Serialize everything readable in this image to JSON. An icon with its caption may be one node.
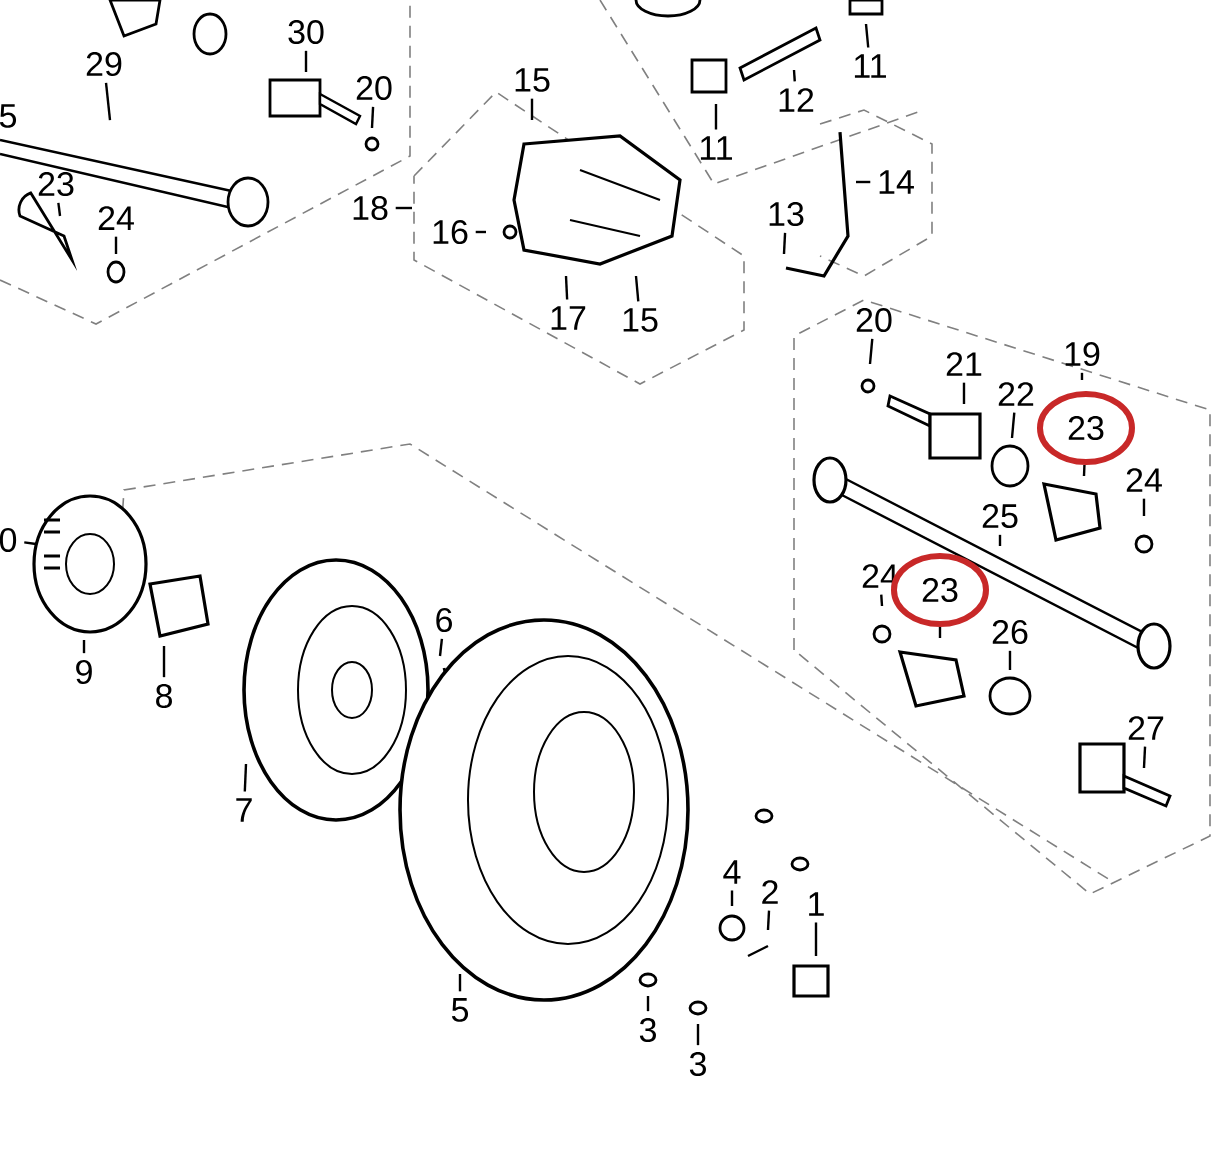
{
  "diagram": {
    "nodes": [
      {
        "text": [
          "30"
        ]
      },
      {
        "text": [
          "11"
        ]
      },
      {
        "text": [
          "29"
        ]
      },
      {
        "text": [
          "15"
        ]
      },
      {
        "text": [
          "20"
        ]
      },
      {
        "text": [
          "12"
        ]
      },
      {
        "text": [
          "11"
        ]
      },
      {
        "text": [
          "23"
        ]
      },
      {
        "text": [
          "14"
        ]
      },
      {
        "text": [
          "18"
        ]
      },
      {
        "text": [
          "13"
        ]
      },
      {
        "text": [
          "24"
        ]
      },
      {
        "text": [
          "16"
        ]
      },
      {
        "text": [
          "17"
        ]
      },
      {
        "text": [
          "15"
        ]
      },
      {
        "text": [
          "20"
        ]
      },
      {
        "text": [
          "19"
        ]
      },
      {
        "text": [
          "21"
        ]
      },
      {
        "text": [
          "22"
        ]
      },
      {
        "text": [
          "23"
        ]
      },
      {
        "text": [
          "24"
        ]
      },
      {
        "text": [
          "25"
        ]
      },
      {
        "text": [
          "0"
        ]
      },
      {
        "text": [
          "24"
        ]
      },
      {
        "text": [
          "23"
        ]
      },
      {
        "text": [
          "6"
        ]
      },
      {
        "text": [
          "26"
        ]
      },
      {
        "text": [
          "9"
        ]
      },
      {
        "text": [
          "8"
        ]
      },
      {
        "text": [
          "27"
        ]
      },
      {
        "text": [
          "7"
        ]
      },
      {
        "text": [
          "4"
        ]
      },
      {
        "text": [
          "2"
        ]
      },
      {
        "text": [
          "1"
        ]
      },
      {
        "text": [
          "5"
        ]
      },
      {
        "text": [
          "3"
        ]
      },
      {
        "text": [
          "3"
        ]
      }
    ],
    "edges": [
      {
        "from": 0,
        "to": null,
        "arrow": "none"
      },
      {
        "from": 1,
        "to": null,
        "arrow": "none"
      },
      {
        "from": 2,
        "to": null,
        "arrow": "none"
      },
      {
        "from": 3,
        "to": null,
        "arrow": "none"
      },
      {
        "from": 4,
        "to": null,
        "arrow": "none"
      },
      {
        "from": 5,
        "to": null,
        "arrow": "none"
      },
      {
        "from": 6,
        "to": null,
        "arrow": "none"
      },
      {
        "from": 7,
        "to": null,
        "arrow": "none"
      },
      {
        "from": 8,
        "to": null,
        "arrow": "none"
      },
      {
        "from": 9,
        "to": null,
        "arrow": "none"
      },
      {
        "from": 10,
        "to": null,
        "arrow": "none"
      },
      {
        "from": 11,
        "to": null,
        "arrow": "none"
      },
      {
        "from": 12,
        "to": null,
        "arrow": "none"
      },
      {
        "from": 13,
        "to": null,
        "arrow": "none"
      },
      {
        "from": 14,
        "to": null,
        "arrow": "none"
      },
      {
        "from": 15,
        "to": null,
        "arrow": "none"
      },
      {
        "from": 16,
        "to": null,
        "arrow": "none"
      },
      {
        "from": 17,
        "to": null,
        "arrow": "none"
      },
      {
        "from": 18,
        "to": null,
        "arrow": "none"
      },
      {
        "from": 19,
        "to": null,
        "arrow": "none"
      },
      {
        "from": 20,
        "to": null,
        "arrow": "none"
      },
      {
        "from": 21,
        "to": null,
        "arrow": "none"
      },
      {
        "from": 22,
        "to": null,
        "arrow": "none"
      },
      {
        "from": 23,
        "to": null,
        "arrow": "none"
      },
      {
        "from": 24,
        "to": null,
        "arrow": "none"
      },
      {
        "from": 25,
        "to": null,
        "arrow": "none"
      },
      {
        "from": 26,
        "to": null,
        "arrow": "none"
      },
      {
        "from": 27,
        "to": null,
        "arrow": "none"
      },
      {
        "from": 28,
        "to": null,
        "arrow": "none"
      },
      {
        "from": 29,
        "to": null,
        "arrow": "none"
      },
      {
        "from": 30,
        "to": null,
        "arrow": "none"
      },
      {
        "from": 31,
        "to": null,
        "arrow": "none"
      },
      {
        "from": 32,
        "to": null,
        "arrow": "none"
      },
      {
        "from": 33,
        "to": null,
        "arrow": "none"
      },
      {
        "from": 34,
        "to": null,
        "arrow": "none"
      },
      {
        "from": 35,
        "to": null,
        "arrow": "none"
      },
      {
        "from": 36,
        "to": null,
        "arrow": "none"
      }
    ],
    "labels": [
      "5"
    ]
  }
}
